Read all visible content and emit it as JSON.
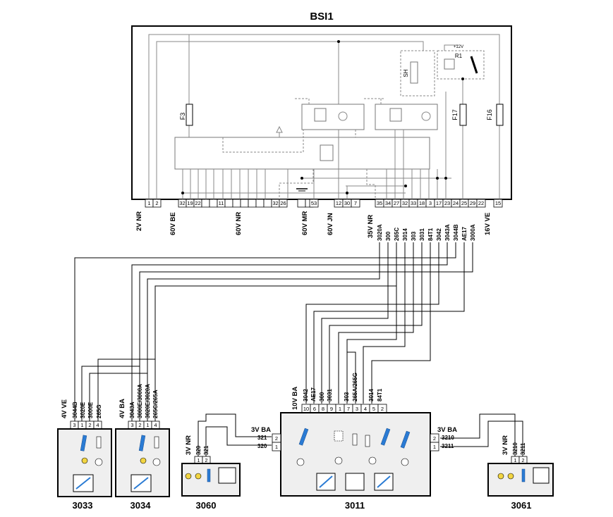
{
  "bsi": {
    "title": "BSI1",
    "fuses": [
      "F3",
      "F17",
      "F16"
    ],
    "relay": "R1",
    "shunt": "SH",
    "supply": "+12V"
  },
  "connectors": {
    "c2v_nr": {
      "label": "2V NR",
      "pins": [
        "1",
        "2"
      ]
    },
    "c60v_be": {
      "label": "60V BE",
      "pins": [
        "32",
        "19",
        "22"
      ]
    },
    "c60v_nr": {
      "label": "60V NR",
      "pins": [
        "11",
        "32",
        "26"
      ]
    },
    "c60v_mr": {
      "label": "60V MR",
      "pins": [
        "53"
      ]
    },
    "c60v_jn": {
      "label": "60V JN",
      "pins": [
        "12",
        "30",
        "7"
      ]
    },
    "c35v_nr": {
      "label": "35V NR",
      "pins": [
        "35",
        "34",
        "27",
        "32",
        "33",
        "18",
        "3",
        "17",
        "23",
        "24",
        "25",
        "29",
        "22"
      ],
      "wires": [
        "3020A",
        "300",
        "265C",
        "3014",
        "303",
        "3031",
        "84T1",
        "3042",
        "3043A",
        "3044B",
        "AE17",
        "3000A"
      ]
    },
    "c16v_ve": {
      "label": "16V VE",
      "pins": [
        "15"
      ]
    }
  },
  "modules": {
    "m3033": {
      "id": "3033",
      "connector": "4V VE",
      "pins": [
        "3",
        "1",
        "2",
        "4"
      ],
      "wires": [
        "3044B",
        "3020E",
        "3000E",
        "265G"
      ]
    },
    "m3034": {
      "id": "3034",
      "connector": "4V BA",
      "pins": [
        "3",
        "2",
        "1",
        "4"
      ],
      "wires": [
        "3043A",
        "3000E/3000A",
        "3020E/3020A",
        "265C/265A"
      ]
    },
    "m3060": {
      "id": "3060",
      "connector": "3V NR",
      "pins": [
        "1",
        "2"
      ],
      "wires": [
        "320",
        "321"
      ]
    },
    "m3011": {
      "id": "3011",
      "connector": "10V BA",
      "pins": [
        "10",
        "6",
        "8",
        "9",
        "1",
        "7",
        "3",
        "4",
        "5",
        "2"
      ],
      "wires": [
        "3042",
        "AE17",
        "300",
        "3031",
        "303",
        "265A/265G",
        "3014",
        "84T1"
      ],
      "left_connector": "3V BA",
      "left_pins": [
        "2",
        "1"
      ],
      "left_wires": [
        "321",
        "320"
      ],
      "right_connector": "3V BA",
      "right_pins": [
        "2",
        "1"
      ],
      "right_wires": [
        "3210",
        "3211"
      ]
    },
    "m3061": {
      "id": "3061",
      "connector": "3V NR",
      "pins": [
        "1",
        "2"
      ],
      "wires": [
        "3210",
        "3211"
      ]
    }
  }
}
